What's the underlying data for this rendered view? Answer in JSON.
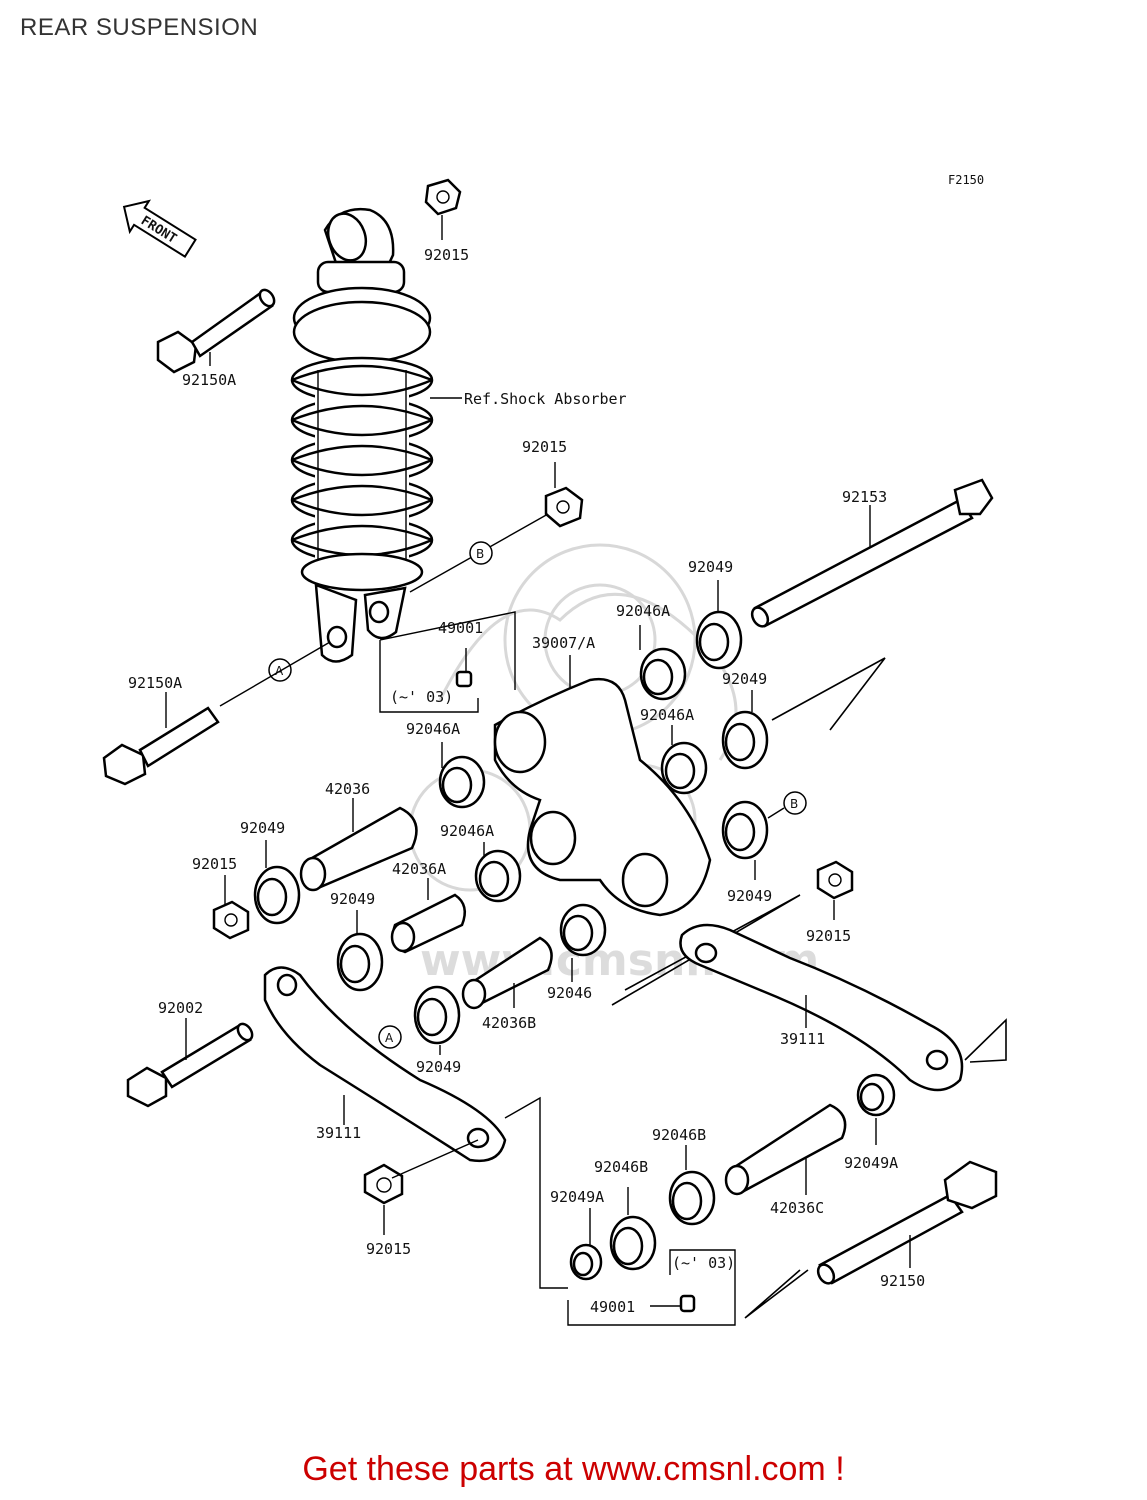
{
  "page": {
    "title": "REAR SUSPENSION",
    "figure_code": "F2150"
  },
  "front_marker": "FRONT",
  "watermark": "www.cmsnl.com",
  "labels": {
    "n92015_top": "92015",
    "n92150A_top": "92150A",
    "ref_shock": "Ref.Shock Absorber",
    "n92015_mid": "92015",
    "n92153": "92153",
    "n92049_a": "92049",
    "n92046A_a": "92046A",
    "n49001_a": "49001",
    "n39007A": "39007/A",
    "n03_a": "(~' 03)",
    "n92150A_bot": "92150A",
    "n92049_b": "92049",
    "n92046A_b": "92046A",
    "n92046A_c": "92046A",
    "n42036": "42036",
    "n92049_c": "92049",
    "n92046A_d": "92046A",
    "n92015_left": "92015",
    "n42036A": "42036A",
    "n92049_d": "92049",
    "n92049_e": "92049",
    "n92015_right": "92015",
    "n92046": "92046",
    "n42036B": "42036B",
    "n92002": "92002",
    "n92049_f": "92049",
    "n39111_right": "39111",
    "n39111_left": "39111",
    "n92046B_a": "92046B",
    "n92049A_right": "92049A",
    "n92046B_b": "92046B",
    "n92049A_left": "92049A",
    "n42036C": "42036C",
    "n92015_bot": "92015",
    "n03_b": "(~' 03)",
    "n49001_b": "49001",
    "n92150": "92150",
    "marker_A": "A",
    "marker_B": "B"
  },
  "footer": {
    "cta": "Get these parts at www.cmsnl.com !"
  }
}
